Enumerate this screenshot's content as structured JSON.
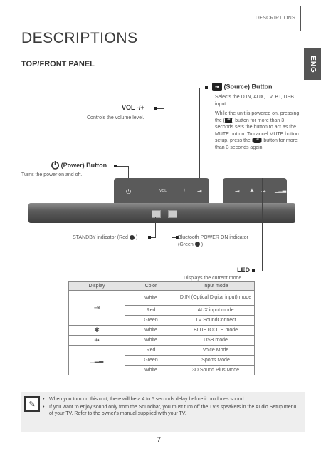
{
  "header": {
    "section": "DESCRIPTIONS",
    "lang_tab": "ENG"
  },
  "title": "DESCRIPTIONS",
  "subtitle": "TOP/FRONT PANEL",
  "callouts": {
    "source": {
      "label": "(Source) Button",
      "desc1": "Selects the D.IN, AUX, TV, BT, USB input.",
      "desc2_a": "While the unit is powered on, pressing the (",
      "desc2_b": ") button for more than 3 seconds sets the button to act as the MUTE button. To cancel MUTE button setup, press the (",
      "desc2_c": ") button for more than 3 seconds again."
    },
    "vol": {
      "label": "VOL -/+",
      "desc": "Controls the volume level."
    },
    "power": {
      "label": "(Power) Button",
      "desc": "Turns the power on and off."
    },
    "standby": {
      "text": "STANDBY indicator (Red"
    },
    "bt_power": {
      "text": "Bluetooth POWER ON indicator (Green"
    },
    "led": {
      "label": "LED",
      "desc": "Displays the current mode."
    }
  },
  "panel": {
    "vol_text": "VOL"
  },
  "table": {
    "headers": [
      "Display",
      "Color",
      "Input mode"
    ],
    "rows": [
      {
        "color": "White",
        "mode": "D.IN (Optical Digital input) mode"
      },
      {
        "color": "Red",
        "mode": "AUX input mode"
      },
      {
        "color": "Green",
        "mode": "TV SoundConnect"
      },
      {
        "color": "White",
        "mode": "BLUETOOTH mode"
      },
      {
        "color": "White",
        "mode": "USB mode"
      },
      {
        "color": "Red",
        "mode": "Voice Mode"
      },
      {
        "color": "Green",
        "mode": "Sports Mode"
      },
      {
        "color": "White",
        "mode": "3D Sound Plus Mode"
      }
    ]
  },
  "notes": [
    "When you turn on this unit, there will be a 4 to 5 seconds delay before it produces sound.",
    "If you want to enjoy sound only from the Soundbar, you must turn off the TV's speakers in the Audio Setup menu of your TV. Refer to the owner's manual supplied with your TV."
  ],
  "page_number": "7"
}
